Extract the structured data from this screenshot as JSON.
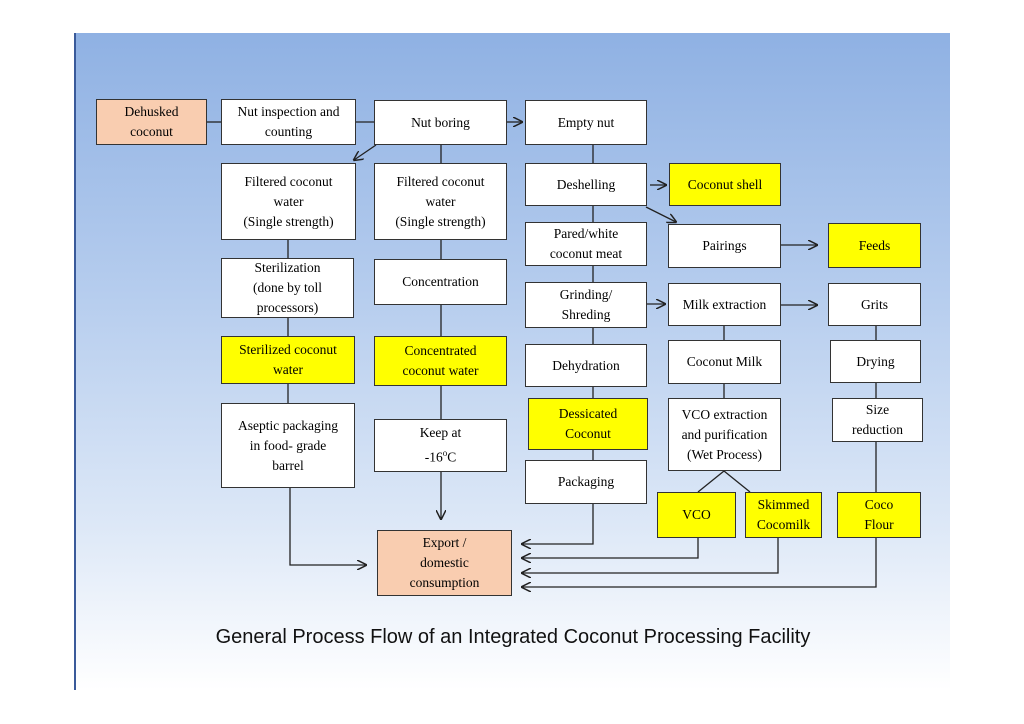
{
  "caption": "General Process Flow of an Integrated Coconut Processing Facility",
  "colors": {
    "process": "#ffffff",
    "product": "#ffff00",
    "endpoint": "#f9cdb0",
    "line": "#333333"
  },
  "nodes": {
    "dehusked": {
      "label": "Dehusked\ncoconut",
      "kind": "endpoint"
    },
    "inspection": {
      "label": "Nut inspection and\ncounting",
      "kind": "process"
    },
    "boring": {
      "label": "Nut boring",
      "kind": "process"
    },
    "empty_nut": {
      "label": "Empty nut",
      "kind": "process"
    },
    "filtered_1": {
      "label": "Filtered coconut\nwater\n(Single strength)",
      "kind": "process"
    },
    "filtered_2": {
      "label": "Filtered coconut\nwater\n(Single strength)",
      "kind": "process"
    },
    "sterilization": {
      "label": "Sterilization\n(done by toll\nprocessors)",
      "kind": "process"
    },
    "concentration": {
      "label": "Concentration",
      "kind": "process"
    },
    "sterilized_water": {
      "label": "Sterilized coconut\nwater",
      "kind": "product"
    },
    "concentrated_water": {
      "label": "Concentrated\ncoconut water",
      "kind": "product"
    },
    "aseptic": {
      "label": "Aseptic packaging\nin food- grade\nbarrel",
      "kind": "process"
    },
    "keep_at": {
      "label": "Keep at",
      "label_temp_pre": "-16",
      "label_temp_sup": "o",
      "label_temp_post": "C",
      "kind": "process"
    },
    "deshelling": {
      "label": "Deshelling",
      "kind": "process"
    },
    "pared_meat": {
      "label": "Pared/white\ncoconut meat",
      "kind": "process"
    },
    "grinding": {
      "label": "Grinding/\nShreding",
      "kind": "process"
    },
    "dehydration": {
      "label": "Dehydration",
      "kind": "process"
    },
    "dessicated": {
      "label": "Dessicated\nCoconut",
      "kind": "product"
    },
    "packaging": {
      "label": "Packaging",
      "kind": "process"
    },
    "coconut_shell": {
      "label": "Coconut shell",
      "kind": "product"
    },
    "pairings": {
      "label": "Pairings",
      "kind": "process"
    },
    "milk_extraction": {
      "label": "Milk extraction",
      "kind": "process"
    },
    "coconut_milk": {
      "label": "Coconut Milk",
      "kind": "process"
    },
    "vco_extraction": {
      "label": "VCO extraction\nand purification\n(Wet Process)",
      "kind": "process"
    },
    "vco": {
      "label": "VCO",
      "kind": "product"
    },
    "skimmed": {
      "label": "Skimmed\nCocomilk",
      "kind": "product"
    },
    "feeds": {
      "label": "Feeds",
      "kind": "product"
    },
    "grits": {
      "label": "Grits",
      "kind": "process"
    },
    "drying": {
      "label": "Drying",
      "kind": "process"
    },
    "size_reduction": {
      "label": "Size\nreduction",
      "kind": "process"
    },
    "coco_flour": {
      "label": "Coco\nFlour",
      "kind": "product"
    },
    "export": {
      "label": "Export /\ndomestic\nconsumption",
      "kind": "endpoint"
    }
  }
}
